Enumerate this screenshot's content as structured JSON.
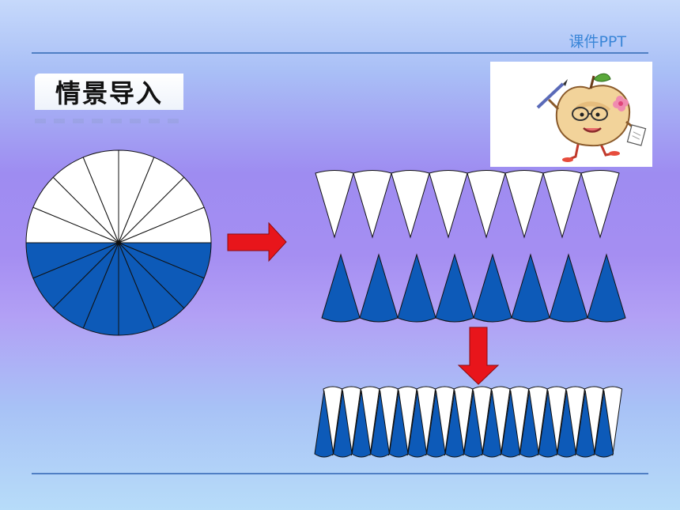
{
  "header": {
    "brand": "课件PPT",
    "title": "情景导入"
  },
  "colors": {
    "blue": "#0d5ab8",
    "white": "#ffffff",
    "arrow": "#e8151b",
    "rule": "#4f7fc4",
    "brand": "#3a86d8"
  },
  "diagram": {
    "circle_sectors": 16,
    "white_row_count": 8,
    "blue_row_count": 8,
    "interleaved_count": 16
  },
  "illustration": {
    "icon": "apple-character-icon"
  }
}
